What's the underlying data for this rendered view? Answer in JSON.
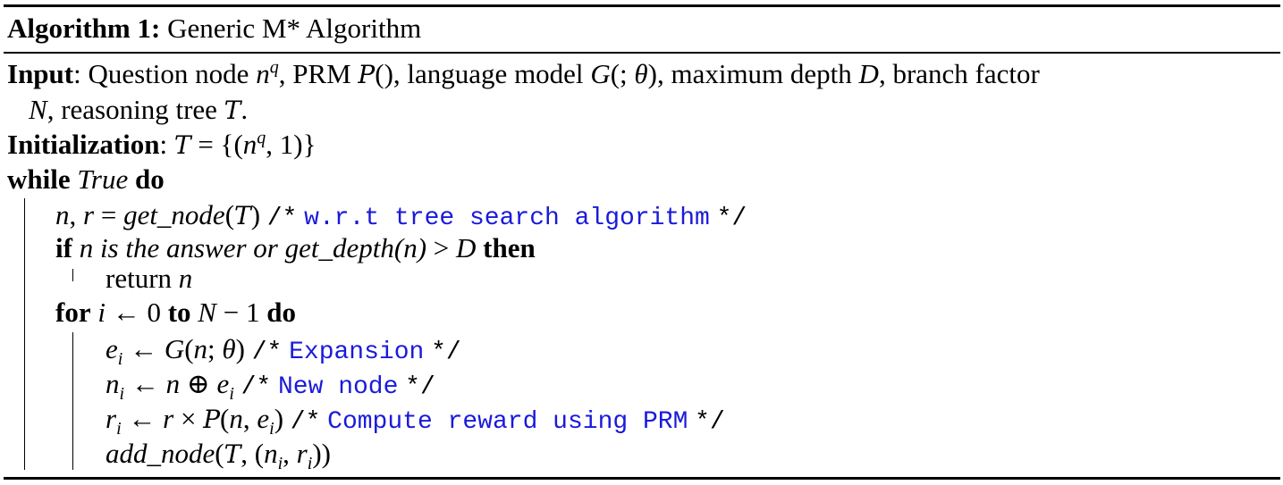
{
  "algorithm": {
    "label": "Algorithm 1:",
    "title": "Generic M* Algorithm"
  },
  "input": {
    "label": "Input",
    "line1_a": "Question node",
    "line1_b": "PRM",
    "line1_c": "language model",
    "line1_d": "maximum depth",
    "line1_e": "branch factor",
    "line2_a": "reasoning tree"
  },
  "init": {
    "label": "Initialization"
  },
  "loop": {
    "while_kw": "while",
    "while_cond": "True",
    "do_kw": "do",
    "get_node_fn": "get_node",
    "comment_open": "/*",
    "comment_close": "*/",
    "comment_search": "w.r.t tree search algorithm",
    "if_kw": "if",
    "if_cond_a": "is the answer or",
    "if_cond_fn": "get_depth(n)",
    "then_kw": "then",
    "return_kw": "return",
    "for_kw": "for",
    "to_kw": "to",
    "comment_expansion": "Expansion",
    "comment_newnode": "New node",
    "comment_reward": "Compute reward using PRM",
    "add_node_fn": "add_node"
  }
}
